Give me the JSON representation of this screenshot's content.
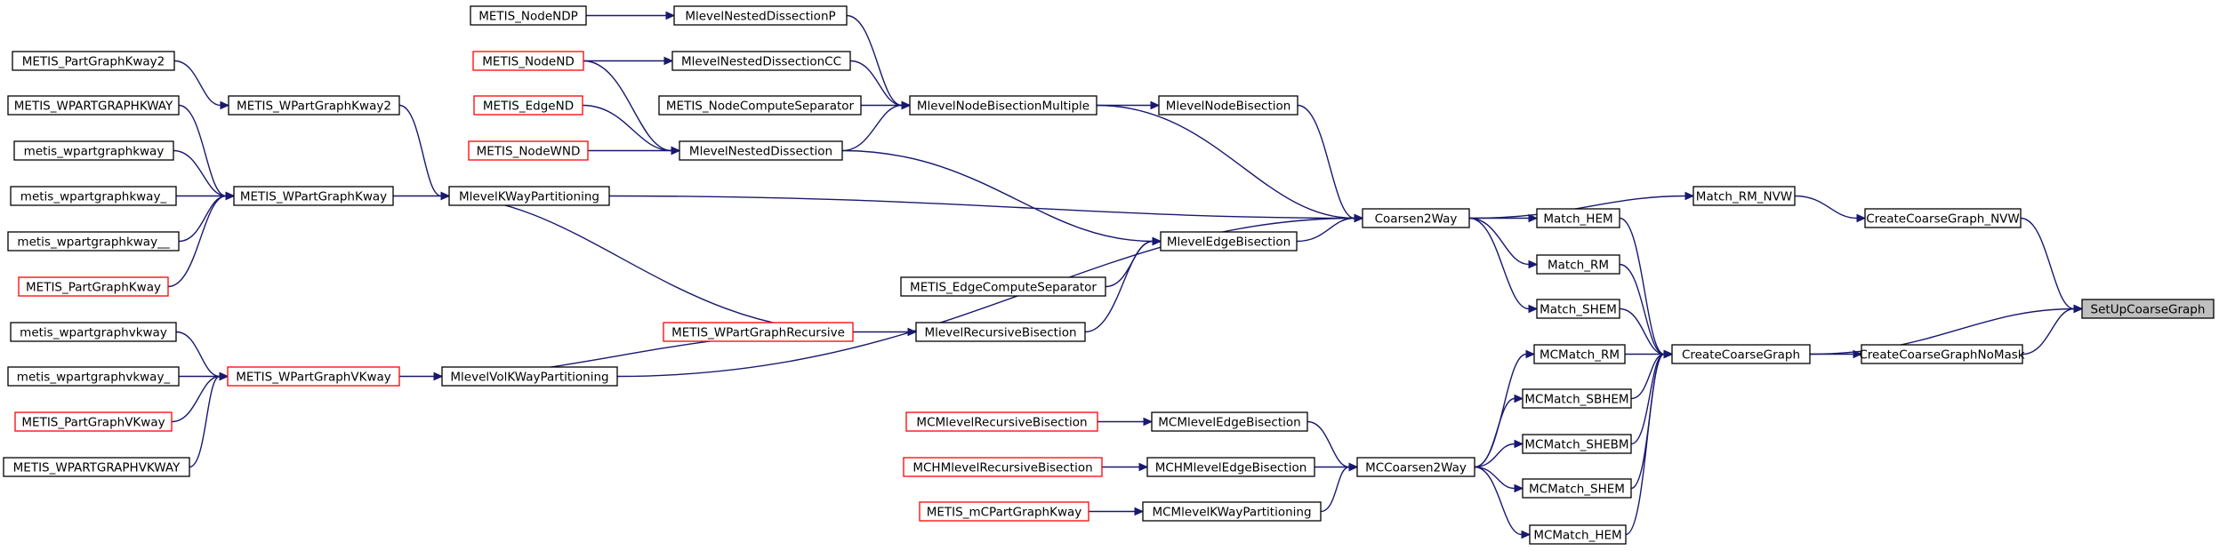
{
  "diagram": {
    "nodes": [
      {
        "id": "SetUpCoarseGraph",
        "label": "SetUpCoarseGraph",
        "style": "highlight"
      },
      {
        "id": "CreateCoarseGraph_NVW",
        "label": "CreateCoarseGraph_NVW",
        "style": "normal"
      },
      {
        "id": "CreateCoarseGraphNoMask",
        "label": "CreateCoarseGraphNoMask",
        "style": "normal"
      },
      {
        "id": "CreateCoarseGraph",
        "label": "CreateCoarseGraph",
        "style": "normal"
      },
      {
        "id": "Match_RM_NVW",
        "label": "Match_RM_NVW",
        "style": "normal"
      },
      {
        "id": "Match_HEM",
        "label": "Match_HEM",
        "style": "normal"
      },
      {
        "id": "Match_RM",
        "label": "Match_RM",
        "style": "normal"
      },
      {
        "id": "Match_SHEM",
        "label": "Match_SHEM",
        "style": "normal"
      },
      {
        "id": "MCMatch_RM",
        "label": "MCMatch_RM",
        "style": "normal"
      },
      {
        "id": "MCMatch_SBHEM",
        "label": "MCMatch_SBHEM",
        "style": "normal"
      },
      {
        "id": "MCMatch_SHEBM",
        "label": "MCMatch_SHEBM",
        "style": "normal"
      },
      {
        "id": "MCMatch_SHEM",
        "label": "MCMatch_SHEM",
        "style": "normal"
      },
      {
        "id": "MCMatch_HEM",
        "label": "MCMatch_HEM",
        "style": "normal"
      },
      {
        "id": "Coarsen2Way",
        "label": "Coarsen2Way",
        "style": "normal"
      },
      {
        "id": "MCCoarsen2Way",
        "label": "MCCoarsen2Way",
        "style": "normal"
      },
      {
        "id": "MlevelNodeBisection",
        "label": "MlevelNodeBisection",
        "style": "normal"
      },
      {
        "id": "MlevelEdgeBisection",
        "label": "MlevelEdgeBisection",
        "style": "normal"
      },
      {
        "id": "MlevelKWayPartitioning",
        "label": "MlevelKWayPartitioning",
        "style": "normal"
      },
      {
        "id": "MlevelVolKWayPartitioning",
        "label": "MlevelVolKWayPartitioning",
        "style": "normal"
      },
      {
        "id": "MlevelRecursiveBisection",
        "label": "MlevelRecursiveBisection",
        "style": "normal"
      },
      {
        "id": "MlevelNodeBisectionMultiple",
        "label": "MlevelNodeBisectionMultiple",
        "style": "normal"
      },
      {
        "id": "MlevelNestedDissection",
        "label": "MlevelNestedDissection",
        "style": "normal"
      },
      {
        "id": "MlevelNestedDissectionP",
        "label": "MlevelNestedDissectionP",
        "style": "normal"
      },
      {
        "id": "MlevelNestedDissectionCC",
        "label": "MlevelNestedDissectionCC",
        "style": "normal"
      },
      {
        "id": "METIS_NodeComputeSeparator",
        "label": "METIS_NodeComputeSeparator",
        "style": "normal"
      },
      {
        "id": "METIS_EdgeComputeSeparator",
        "label": "METIS_EdgeComputeSeparator",
        "style": "normal"
      },
      {
        "id": "METIS_WPartGraphRecursive",
        "label": "METIS_WPartGraphRecursive",
        "style": "red"
      },
      {
        "id": "METIS_NodeNDP",
        "label": "METIS_NodeNDP",
        "style": "normal"
      },
      {
        "id": "METIS_NodeND",
        "label": "METIS_NodeND",
        "style": "red"
      },
      {
        "id": "METIS_EdgeND",
        "label": "METIS_EdgeND",
        "style": "red"
      },
      {
        "id": "METIS_NodeWND",
        "label": "METIS_NodeWND",
        "style": "red"
      },
      {
        "id": "METIS_WPartGraphKway2",
        "label": "METIS_WPartGraphKway2",
        "style": "normal"
      },
      {
        "id": "METIS_WPartGraphKway",
        "label": "METIS_WPartGraphKway",
        "style": "normal"
      },
      {
        "id": "METIS_WPartGraphVKway",
        "label": "METIS_WPartGraphVKway",
        "style": "red"
      },
      {
        "id": "METIS_PartGraphKway2",
        "label": "METIS_PartGraphKway2",
        "style": "normal"
      },
      {
        "id": "METIS_WPARTGRAPHKWAY",
        "label": "METIS_WPARTGRAPHKWAY",
        "style": "normal"
      },
      {
        "id": "metis_wpartgraphkway",
        "label": "metis_wpartgraphkway",
        "style": "normal"
      },
      {
        "id": "metis_wpartgraphkway_",
        "label": "metis_wpartgraphkway_",
        "style": "normal"
      },
      {
        "id": "metis_wpartgraphkway__",
        "label": "metis_wpartgraphkway__",
        "style": "normal"
      },
      {
        "id": "METIS_PartGraphKway",
        "label": "METIS_PartGraphKway",
        "style": "red"
      },
      {
        "id": "metis_wpartgraphvkway",
        "label": "metis_wpartgraphvkway",
        "style": "normal"
      },
      {
        "id": "metis_wpartgraphvkway_",
        "label": "metis_wpartgraphvkway_",
        "style": "normal"
      },
      {
        "id": "METIS_PartGraphVKway",
        "label": "METIS_PartGraphVKway",
        "style": "red"
      },
      {
        "id": "METIS_WPARTGRAPHVKWAY",
        "label": "METIS_WPARTGRAPHVKWAY",
        "style": "normal"
      },
      {
        "id": "MCMlevelEdgeBisection",
        "label": "MCMlevelEdgeBisection",
        "style": "normal"
      },
      {
        "id": "MCHMlevelEdgeBisection",
        "label": "MCHMlevelEdgeBisection",
        "style": "normal"
      },
      {
        "id": "MCMlevelKWayPartitioning",
        "label": "MCMlevelKWayPartitioning",
        "style": "normal"
      },
      {
        "id": "MCMlevelRecursiveBisection",
        "label": "MCMlevelRecursiveBisection",
        "style": "red"
      },
      {
        "id": "MCHMlevelRecursiveBisection",
        "label": "MCHMlevelRecursiveBisection",
        "style": "red"
      },
      {
        "id": "METIS_mCPartGraphKway",
        "label": "METIS_mCPartGraphKway",
        "style": "red"
      }
    ],
    "edges": [
      [
        "CreateCoarseGraph_NVW",
        "SetUpCoarseGraph"
      ],
      [
        "CreateCoarseGraph",
        "SetUpCoarseGraph"
      ],
      [
        "CreateCoarseGraphNoMask",
        "SetUpCoarseGraph"
      ],
      [
        "Match_RM_NVW",
        "CreateCoarseGraph_NVW"
      ],
      [
        "CreateCoarseGraph",
        "CreateCoarseGraphNoMask"
      ],
      [
        "Match_HEM",
        "CreateCoarseGraph"
      ],
      [
        "Match_RM",
        "CreateCoarseGraph"
      ],
      [
        "Match_SHEM",
        "CreateCoarseGraph"
      ],
      [
        "MCMatch_RM",
        "CreateCoarseGraph"
      ],
      [
        "MCMatch_SBHEM",
        "CreateCoarseGraph"
      ],
      [
        "MCMatch_SHEBM",
        "CreateCoarseGraph"
      ],
      [
        "MCMatch_SHEM",
        "CreateCoarseGraph"
      ],
      [
        "MCMatch_HEM",
        "CreateCoarseGraph"
      ],
      [
        "Coarsen2Way",
        "Match_RM_NVW"
      ],
      [
        "Coarsen2Way",
        "Match_HEM"
      ],
      [
        "Coarsen2Way",
        "Match_RM"
      ],
      [
        "Coarsen2Way",
        "Match_SHEM"
      ],
      [
        "MCCoarsen2Way",
        "MCMatch_RM"
      ],
      [
        "MCCoarsen2Way",
        "MCMatch_SBHEM"
      ],
      [
        "MCCoarsen2Way",
        "MCMatch_SHEBM"
      ],
      [
        "MCCoarsen2Way",
        "MCMatch_SHEM"
      ],
      [
        "MCCoarsen2Way",
        "MCMatch_HEM"
      ],
      [
        "MlevelNodeBisection",
        "Coarsen2Way"
      ],
      [
        "MlevelNodeBisectionMultiple",
        "Coarsen2Way"
      ],
      [
        "MlevelKWayPartitioning",
        "Coarsen2Way"
      ],
      [
        "MlevelEdgeBisection",
        "Coarsen2Way"
      ],
      [
        "MlevelVolKWayPartitioning",
        "Coarsen2Way"
      ],
      [
        "MCMlevelEdgeBisection",
        "MCCoarsen2Way"
      ],
      [
        "MCHMlevelEdgeBisection",
        "MCCoarsen2Way"
      ],
      [
        "MCMlevelKWayPartitioning",
        "MCCoarsen2Way"
      ],
      [
        "MlevelNodeBisectionMultiple",
        "MlevelNodeBisection"
      ],
      [
        "MlevelNestedDissection",
        "MlevelEdgeBisection"
      ],
      [
        "METIS_EdgeComputeSeparator",
        "MlevelEdgeBisection"
      ],
      [
        "MlevelRecursiveBisection",
        "MlevelEdgeBisection"
      ],
      [
        "METIS_WPartGraphRecursive",
        "MlevelRecursiveBisection"
      ],
      [
        "METIS_WPartGraphRecursive",
        "MlevelKWayPartitioning"
      ],
      [
        "METIS_WPartGraphRecursive",
        "MlevelVolKWayPartitioning"
      ],
      [
        "MlevelNestedDissectionP",
        "MlevelNodeBisectionMultiple"
      ],
      [
        "MlevelNestedDissectionCC",
        "MlevelNodeBisectionMultiple"
      ],
      [
        "METIS_NodeComputeSeparator",
        "MlevelNodeBisectionMultiple"
      ],
      [
        "MlevelNestedDissection",
        "MlevelNodeBisectionMultiple"
      ],
      [
        "METIS_NodeNDP",
        "MlevelNestedDissectionP"
      ],
      [
        "METIS_NodeND",
        "MlevelNestedDissectionCC"
      ],
      [
        "METIS_NodeND",
        "MlevelNestedDissection"
      ],
      [
        "METIS_EdgeND",
        "MlevelNestedDissection"
      ],
      [
        "METIS_NodeWND",
        "MlevelNestedDissection"
      ],
      [
        "METIS_WPartGraphKway2",
        "MlevelKWayPartitioning"
      ],
      [
        "METIS_WPartGraphKway",
        "MlevelKWayPartitioning"
      ],
      [
        "METIS_WPartGraphVKway",
        "MlevelVolKWayPartitioning"
      ],
      [
        "METIS_PartGraphKway2",
        "METIS_WPartGraphKway2"
      ],
      [
        "METIS_WPARTGRAPHKWAY",
        "METIS_WPartGraphKway"
      ],
      [
        "metis_wpartgraphkway",
        "METIS_WPartGraphKway"
      ],
      [
        "metis_wpartgraphkway_",
        "METIS_WPartGraphKway"
      ],
      [
        "metis_wpartgraphkway__",
        "METIS_WPartGraphKway"
      ],
      [
        "METIS_PartGraphKway",
        "METIS_WPartGraphKway"
      ],
      [
        "metis_wpartgraphvkway",
        "METIS_WPartGraphVKway"
      ],
      [
        "metis_wpartgraphvkway_",
        "METIS_WPartGraphVKway"
      ],
      [
        "METIS_PartGraphVKway",
        "METIS_WPartGraphVKway"
      ],
      [
        "METIS_WPARTGRAPHVKWAY",
        "METIS_WPartGraphVKway"
      ],
      [
        "MCMlevelRecursiveBisection",
        "MCMlevelEdgeBisection"
      ],
      [
        "MCHMlevelRecursiveBisection",
        "MCHMlevelEdgeBisection"
      ],
      [
        "METIS_mCPartGraphKway",
        "MCMlevelKWayPartitioning"
      ]
    ]
  }
}
